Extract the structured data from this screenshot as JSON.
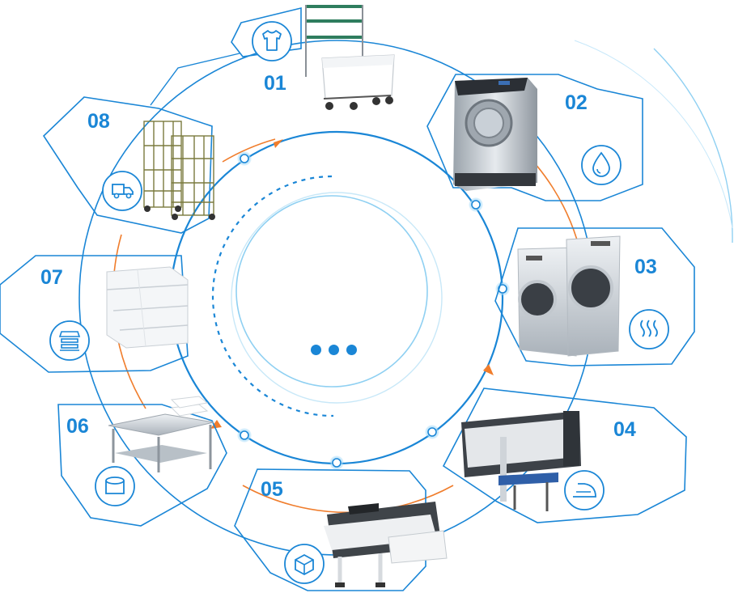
{
  "colors": {
    "blue": "#1a86d6",
    "light_blue": "#8fd0f2",
    "orange": "#f07d2c"
  },
  "center": {
    "more_indicator": "more-dots"
  },
  "steps": [
    {
      "number": "01",
      "icon": "tshirt-icon",
      "machine": "linen-cart"
    },
    {
      "number": "02",
      "icon": "water-drop-icon",
      "machine": "washer-extractor"
    },
    {
      "number": "03",
      "icon": "heat-waves-icon",
      "machine": "tumble-dryer"
    },
    {
      "number": "04",
      "icon": "iron-icon",
      "machine": "flatwork-ironer"
    },
    {
      "number": "05",
      "icon": "box-icon",
      "machine": "folding-machine"
    },
    {
      "number": "06",
      "icon": "stool-icon",
      "machine": "folding-table"
    },
    {
      "number": "07",
      "icon": "stacked-linen-icon",
      "machine": "storage-shelf"
    },
    {
      "number": "08",
      "icon": "delivery-truck-icon",
      "machine": "roll-container"
    }
  ]
}
